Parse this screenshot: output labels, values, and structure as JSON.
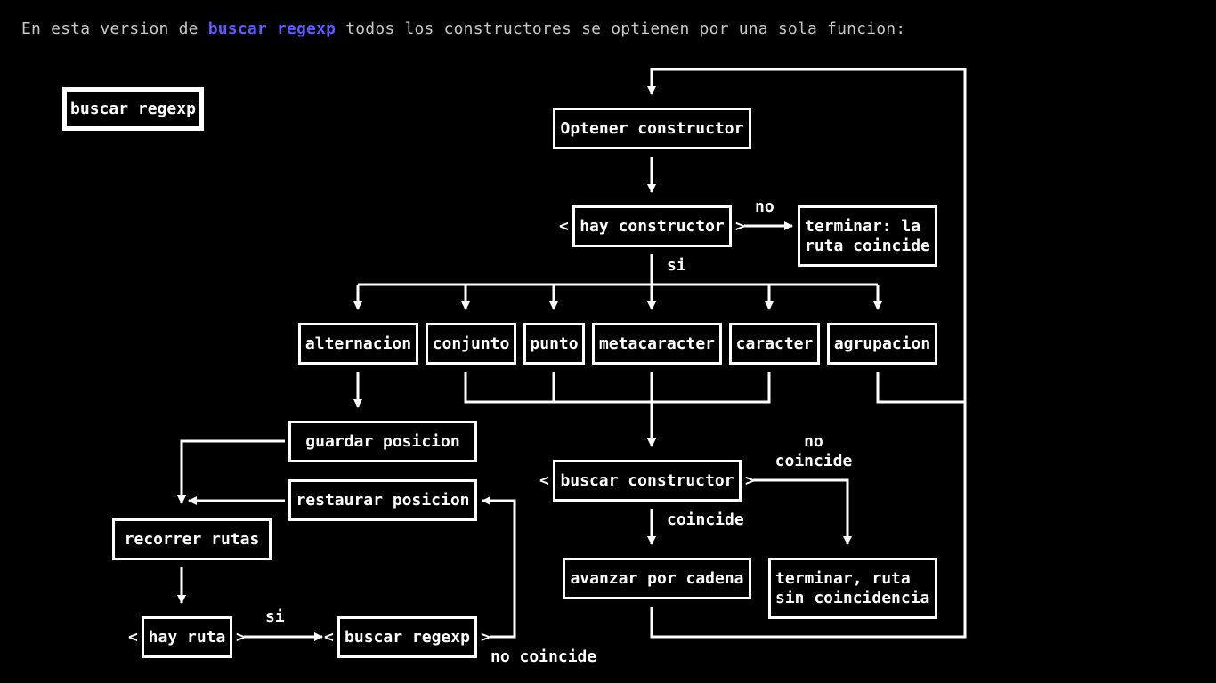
{
  "intro": {
    "before": "En esta version de ",
    "keyword": "buscar regexp",
    "after": " todos los constructores se optienen por una sola funcion:"
  },
  "colors": {
    "background": "#000000",
    "text": "#c8c8c8",
    "keyword": "#5b5bff",
    "lines": "#ffffff"
  },
  "nodes": {
    "title": "buscar regexp",
    "get_constructor": "Optener constructor",
    "has_constructor": "hay constructor",
    "end_match": "terminar: la\nruta coincide",
    "alternation": "alternacion",
    "set": "conjunto",
    "dot": "punto",
    "metachar": "metacaracter",
    "char": "caracter",
    "grouping": "agrupacion",
    "save_position": "guardar posicion",
    "restore_position": "restaurar posicion",
    "walk_routes": "recorrer rutas",
    "has_route": "hay ruta",
    "search_regexp": "buscar regexp",
    "search_constructor": "buscar constructor",
    "advance_string": "avanzar por cadena",
    "end_no_match": "terminar, ruta\nsin coincidencia"
  },
  "labels": {
    "no": "no",
    "si_top": "si",
    "no_coincide": "no\ncoincide",
    "coincide": "coincide",
    "si_bottom": "si",
    "no_coincide_bottom": "no coincide"
  },
  "decision_marks": {
    "left": "<",
    "right": ">"
  }
}
